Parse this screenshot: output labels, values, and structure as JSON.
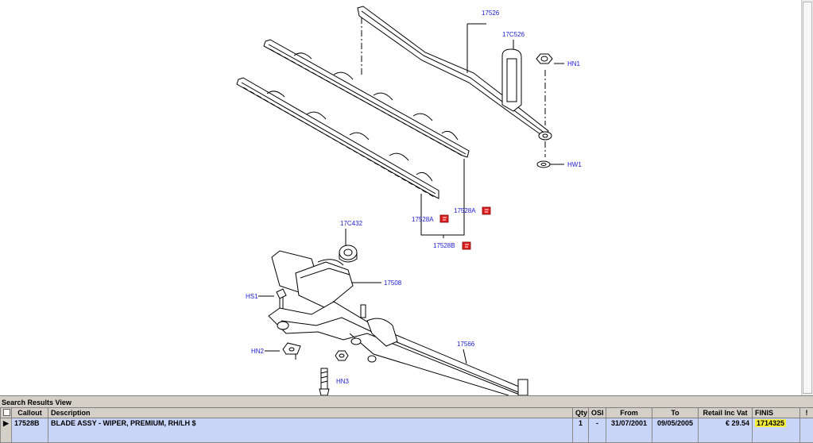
{
  "diagram": {
    "callouts": {
      "c17526": "17526",
      "c17C526": "17C526",
      "cHN1": "HN1",
      "cHW1": "HW1",
      "c17528A_top": "17528A",
      "c17528A_left": "17528A",
      "c17528B": "17528B",
      "c17C432": "17C432",
      "c17508": "17508",
      "cHS1": "HS1",
      "cHN2": "HN2",
      "cHN3": "HN3",
      "c17566": "17566"
    }
  },
  "results": {
    "title": "Search Results View",
    "columns": {
      "callout": "Callout",
      "description": "Description",
      "qty": "Qty",
      "osi": "OSI",
      "from": "From",
      "to": "To",
      "retail": "Retail Inc Vat",
      "finis": "FINIS",
      "flag": "!"
    },
    "rows": [
      {
        "callout": "17528B",
        "description": "BLADE ASSY - WIPER, PREMIUM, RH/LH $",
        "qty": "1",
        "osi": "-",
        "from": "31/07/2001",
        "to": "09/05/2005",
        "retail": "€ 29.54",
        "finis": "1714325",
        "flag": ""
      }
    ]
  },
  "colors": {
    "callout_text": "#1a1ad6",
    "selected_row": "#c8d4f8",
    "highlight": "#f3ef3a",
    "panel": "#d4d0c8"
  }
}
